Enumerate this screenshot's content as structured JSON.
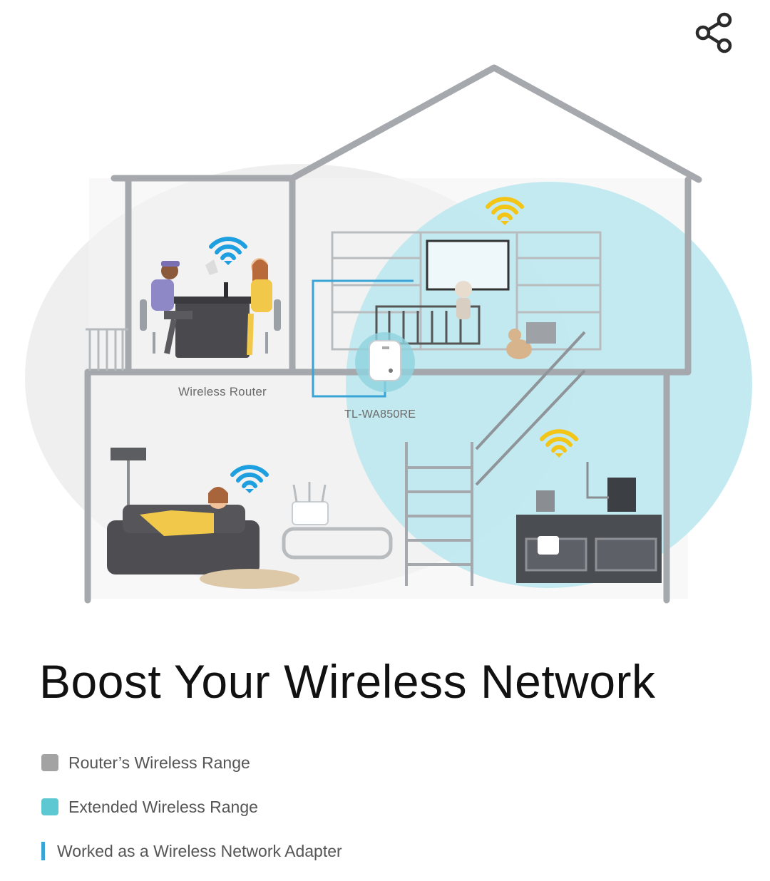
{
  "share": {
    "icon": "share-icon"
  },
  "illustration": {
    "router_label": "Wireless Router",
    "extender_label": "TL-WA850RE"
  },
  "headline": "Boost Your Wireless Network",
  "legend": {
    "items": [
      {
        "label": "Router’s Wireless Range",
        "color": "#a3a3a3",
        "marker": "square"
      },
      {
        "label": "Extended Wireless Range",
        "color": "#5ec8d2",
        "marker": "square"
      },
      {
        "label": "Worked as a Wireless Network Adapter",
        "color": "#3aa4d6",
        "marker": "bar"
      }
    ]
  },
  "colors": {
    "router_range": "#ececec",
    "extended_range": "#bfe9ee",
    "wall": "#a5a9ad",
    "wifi_blue": "#1e9fe0",
    "wifi_yellow": "#f3c517"
  }
}
